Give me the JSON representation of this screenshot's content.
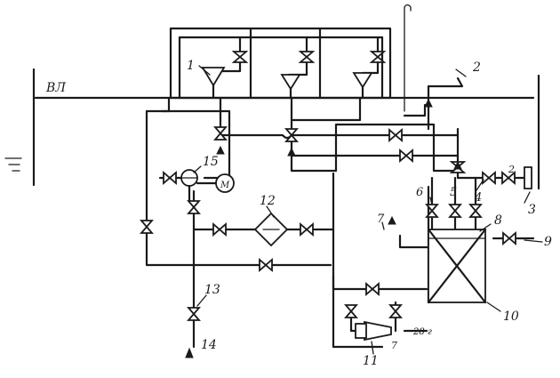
{
  "diagram": {
    "line_label": "ВЛ",
    "callouts": [
      "1",
      "2",
      "3",
      "4",
      "5",
      "6",
      "7",
      "8",
      "9",
      "10",
      "11",
      "12",
      "13",
      "14",
      "15"
    ],
    "pump_label": "М",
    "small_labels": [
      "7",
      "2",
      "28 г"
    ]
  },
  "colors": {
    "ink": "#1a1a1a",
    "paper": "#ffffff"
  }
}
